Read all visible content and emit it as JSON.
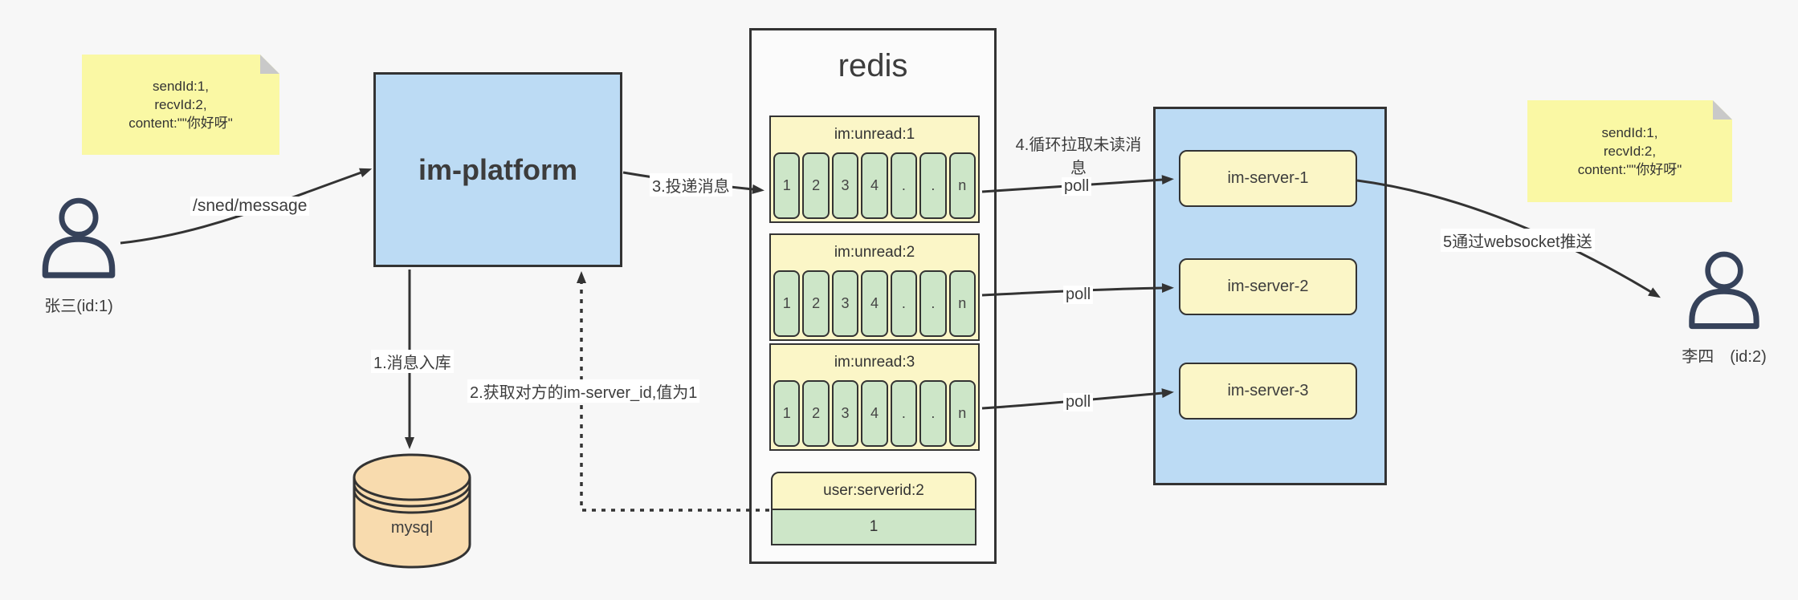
{
  "notes": {
    "left": [
      "sendId:1,",
      "recvId:2,",
      "content:\"\"你好呀\""
    ],
    "right": [
      "sendId:1,",
      "recvId:2,",
      "content:\"\"你好呀\""
    ]
  },
  "actors": {
    "sender": "张三(id:1)",
    "receiver": "李四　(id:2)"
  },
  "platform": {
    "label": "im-platform"
  },
  "database": {
    "label": "mysql"
  },
  "redis": {
    "title": "redis",
    "queues": [
      {
        "header": "im:unread:1",
        "cells": [
          "1",
          "2",
          "3",
          "4",
          ".",
          ".",
          "n"
        ]
      },
      {
        "header": "im:unread:2",
        "cells": [
          "1",
          "2",
          "3",
          "4",
          ".",
          ".",
          "n"
        ]
      },
      {
        "header": "im:unread:3",
        "cells": [
          "1",
          "2",
          "3",
          "4",
          ".",
          ".",
          "n"
        ]
      }
    ],
    "mapping": {
      "header": "user:serverid:2",
      "value": "1"
    }
  },
  "cluster": {
    "servers": [
      {
        "label": "im-server-1"
      },
      {
        "label": "im-server-2"
      },
      {
        "label": "im-server-3"
      }
    ]
  },
  "labels": {
    "send_api": "/sned/message",
    "step1": "1.消息入库",
    "step2": "2.获取对方的im-server_id,值为1",
    "step3": "3.投递消息",
    "step4_line1": "4.循环拉取未读消",
    "step4_line2": "息",
    "step5": "5通过websocket推送",
    "poll": "poll"
  },
  "colors": {
    "background": "#f7f7f7",
    "node_blue": "#bcdbf4",
    "note_yellow": "#faf8a4",
    "cream_yellow": "#fbf6c7",
    "cell_green": "#cde6c8",
    "db_tan": "#f8dbae",
    "stroke": "#333333"
  }
}
